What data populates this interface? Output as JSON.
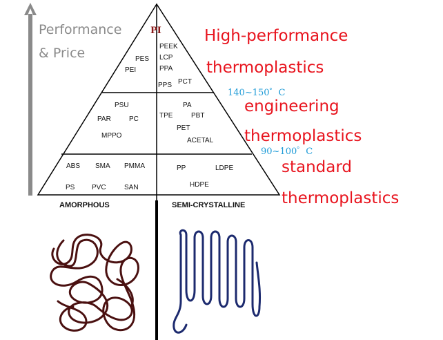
{
  "axis": {
    "label_line1": "Performance",
    "label_line2": "& Price"
  },
  "apex_label": "PI",
  "tiers": {
    "high": {
      "amorphous": [
        "PES",
        "PEI"
      ],
      "crystalline": [
        "PEEK",
        "LCP",
        "PPA",
        "PPS",
        "PCT"
      ],
      "name_line1": "High-performance",
      "name_line2": "thermoplastics"
    },
    "engineering": {
      "amorphous": [
        "PSU",
        "PAR",
        "PC",
        "MPPO"
      ],
      "crystalline": [
        "PA",
        "TPE",
        "PBT",
        "PET",
        "ACETAL"
      ],
      "name_line1": "engineering",
      "name_line2": "thermoplastics"
    },
    "standard": {
      "amorphous": [
        "ABS",
        "SMA",
        "PMMA",
        "PS",
        "PVC",
        "SAN"
      ],
      "crystalline": [
        "PP",
        "LDPE",
        "HDPE"
      ],
      "name_line1": "standard",
      "name_line2": "thermoplastics"
    }
  },
  "temperatures": {
    "upper": "140~150゜C",
    "lower": "90~100゜C"
  },
  "base_labels": {
    "left": "AMORPHOUS",
    "right": "SEMI-CRYSTALLINE"
  },
  "colors": {
    "tier_name": "#e8141e",
    "temperature": "#1e9bd7",
    "apex": "#8b1a1a",
    "axis": "#8a8a8a",
    "amorphous_chain": "#4a1010",
    "crystalline_chain": "#1c2a6e"
  }
}
